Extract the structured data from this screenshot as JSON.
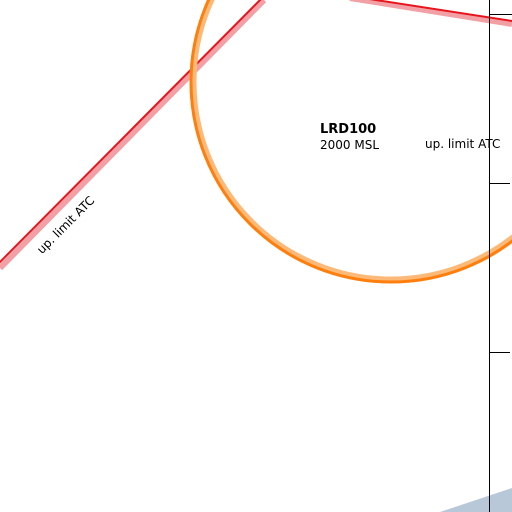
{
  "colors": {
    "atc_boundary": "#e8141c",
    "atc_boundary_halo": "#f2a0a6",
    "restricted_area": "#ff7f0e",
    "restricted_area_halo": "#fdb978",
    "grid": "#000000",
    "coastline_fill": "#b8c8d8"
  },
  "restricted_area": {
    "name": "LRD100",
    "altitude": "2000 MSL"
  },
  "atc_labels": {
    "right": "up. limit ATC",
    "diagonal": "up. limit ATC"
  }
}
